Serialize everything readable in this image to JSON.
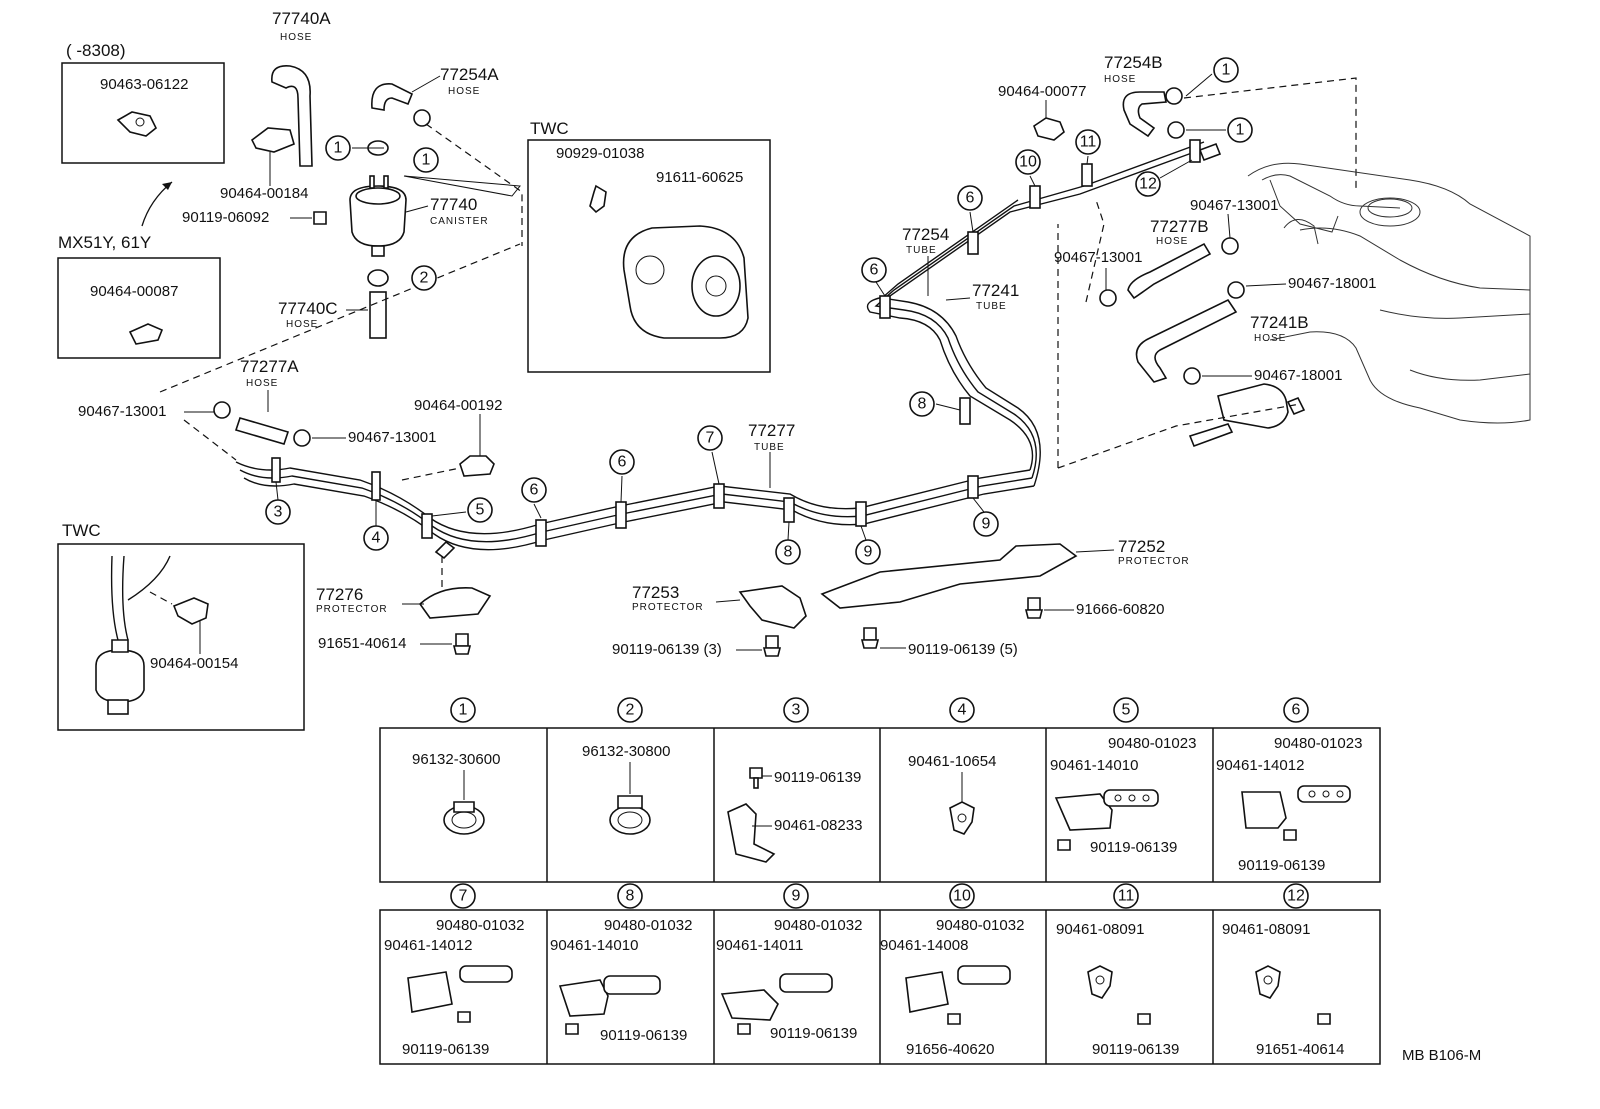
{
  "labels": {
    "date_range": "(      -8308)",
    "p_90463_06122": "90463-06122",
    "model_note": "MX51Y, 61Y",
    "p_90464_00087": "90464-00087",
    "p_77740A": "77740A",
    "p_77254A": "77254A",
    "p_90464_00184": "90464-00184",
    "p_90119_06092": "90119-06092",
    "p_77740": "77740",
    "p_77740C": "77740C",
    "twc": "TWC",
    "p_90929_01038": "90929-01038",
    "p_91611_60625": "91611-60625",
    "p_77277A": "77277A",
    "p_90467_13001": "90467-13001",
    "p_90464_00192": "90464-00192",
    "p_90464_00154": "90464-00154",
    "p_77276": "77276",
    "p_91651_40614": "91651-40614",
    "p_77253": "77253",
    "p_90119_06139_3": "90119-06139 (3)",
    "p_90119_06139_5": "90119-06139 (5)",
    "p_77252": "77252",
    "p_91666_60820": "91666-60820",
    "p_77277": "77277",
    "p_77254": "77254",
    "p_77241": "77241",
    "p_90464_00077": "90464-00077",
    "p_77254B": "77254B",
    "p_90467_13001_b": "90467-13001",
    "p_77277B": "77277B",
    "p_90467_18001": "90467-18001",
    "p_77241B": "77241B",
    "hose": "HOSE",
    "canister": "CANISTER",
    "tube": "TUBE",
    "protector": "PROTECTOR",
    "code": "MB  B106-M"
  },
  "circles": [
    "1",
    "2",
    "3",
    "4",
    "5",
    "6",
    "7",
    "8",
    "9",
    "10",
    "11",
    "12"
  ],
  "table": {
    "cell1": [
      "96132-30600"
    ],
    "cell2": [
      "96132-30800"
    ],
    "cell3": [
      "90119-06139",
      "90461-08233"
    ],
    "cell4": [
      "90461-10654"
    ],
    "cell5": [
      "90480-01023",
      "90461-14010",
      "90119-06139"
    ],
    "cell6": [
      "90480-01023",
      "90461-14012",
      "90119-06139"
    ],
    "cell7": [
      "90480-01032",
      "90461-14012",
      "90119-06139"
    ],
    "cell8": [
      "90480-01032",
      "90461-14010",
      "90119-06139"
    ],
    "cell9": [
      "90480-01032",
      "90461-14011",
      "90119-06139"
    ],
    "cell10": [
      "90480-01032",
      "90461-14008",
      "91656-40620"
    ],
    "cell11": [
      "90461-08091",
      "90119-06139"
    ],
    "cell12": [
      "90461-08091",
      "91651-40614"
    ]
  }
}
